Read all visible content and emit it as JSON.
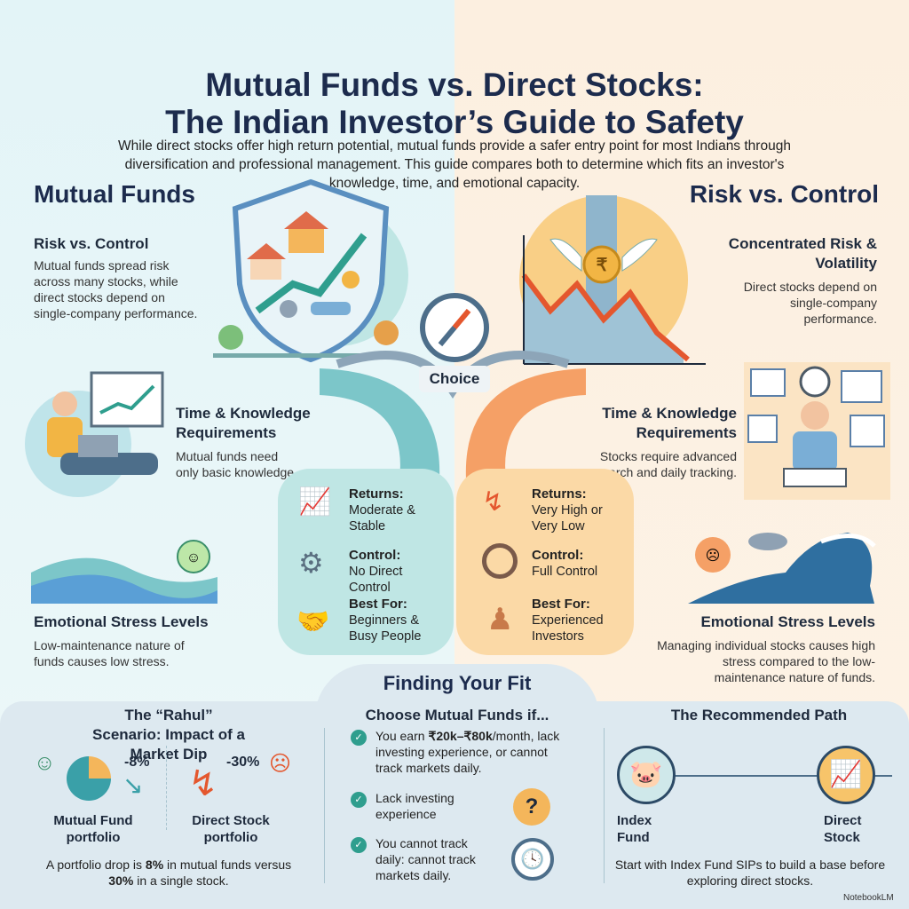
{
  "title": {
    "line1": "Mutual Funds vs. Direct Stocks:",
    "line2": "The Indian Investor’s Guide to Safety"
  },
  "subtitle": "While direct stocks offer high return potential, mutual funds provide a safer entry point for most Indians through diversification and professional management. This guide compares both to determine which fits an investor's knowledge, time, and emotional capacity.",
  "left": {
    "section": "Mutual Funds",
    "risk": {
      "heading": "Risk vs. Control",
      "text": "Mutual funds spread risk across many stocks, while direct stocks depend on single-company performance."
    },
    "time": {
      "heading": "Time & Knowledge Requirements",
      "text": "Mutual funds need only basic knowledge."
    },
    "stress": {
      "heading": "Emotional Stress Levels",
      "text": "Low-maintenance nature of funds causes low stress."
    }
  },
  "right": {
    "section": "Risk vs. Control",
    "risk": {
      "heading": "Concentrated Risk & Volatility",
      "text": "Direct stocks depend on single-company performance."
    },
    "time": {
      "heading": "Time & Knowledge Requirements",
      "text": "Stocks require advanced research and daily tracking."
    },
    "stress": {
      "heading": "Emotional Stress Levels",
      "text": "Managing individual stocks causes high stress compared to the low-maintenance nature of funds."
    }
  },
  "center": {
    "choice": "Choice",
    "mf": [
      {
        "label": "Returns:",
        "value": "Moderate & Stable"
      },
      {
        "label": "Control:",
        "value": "No Direct Control"
      },
      {
        "label": "Best For:",
        "value": "Beginners & Busy People"
      }
    ],
    "ds": [
      {
        "label": "Returns:",
        "value": "Very High or Very Low"
      },
      {
        "label": "Control:",
        "value": "Full Control"
      },
      {
        "label": "Best For:",
        "value": "Experienced Investors"
      }
    ]
  },
  "fit": {
    "title": "Finding Your Fit",
    "rahul": {
      "heading": "The “Rahul” Scenario: Impact of a Market Dip",
      "mf_drop": "-8%",
      "ds_drop": "-30%",
      "mf_label": "Mutual Fund portfolio",
      "ds_label": "Direct Stock portfolio",
      "note_pre": "A portfolio drop is ",
      "note_b1": "8%",
      "note_mid": " in mutual funds versus ",
      "note_b2": "30%",
      "note_post": " in a single stock."
    },
    "choose": {
      "heading": "Choose Mutual Funds if...",
      "items": [
        {
          "pre": "You earn ",
          "bold": "₹20k–₹80k",
          "post": "/month, lack investing experience, or cannot track markets daily."
        },
        {
          "pre": "Lack investing experience",
          "bold": "",
          "post": ""
        },
        {
          "pre": "You cannot track daily: cannot track markets daily.",
          "bold": "",
          "post": ""
        }
      ]
    },
    "path": {
      "heading": "The Recommended Path",
      "from": "Index Fund",
      "to": "Direct Stock",
      "note": "Start with Index Fund SIPs to build a base before exploring direct stocks."
    }
  },
  "brand": "NotebookLM",
  "colors": {
    "navy": "#1c2b4d",
    "teal": "#2f9e8e",
    "orange": "#f08a4b"
  }
}
